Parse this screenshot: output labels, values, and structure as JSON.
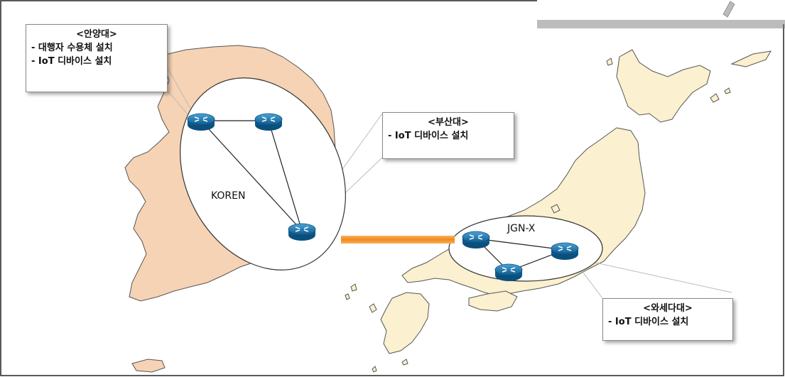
{
  "networks": [
    {
      "label": "KOREN"
    },
    {
      "label": "JGN-X"
    }
  ],
  "callouts": {
    "anyang": {
      "title": "<안양대>",
      "lines": [
        "- 대행자 수용체 설치",
        "- IoT 디바이스 설치"
      ]
    },
    "busan": {
      "title": "<부산대>",
      "lines": [
        "- IoT 디바이스 설치"
      ]
    },
    "waseda": {
      "title": "<와세다대>",
      "lines": [
        "- IoT 디바이스 설치"
      ]
    }
  },
  "colors": {
    "korea_land": "#f6d3b4",
    "japan_land": "#fbf0cf",
    "router": "#1a6fa6",
    "link_orange": "#f08a1c"
  }
}
